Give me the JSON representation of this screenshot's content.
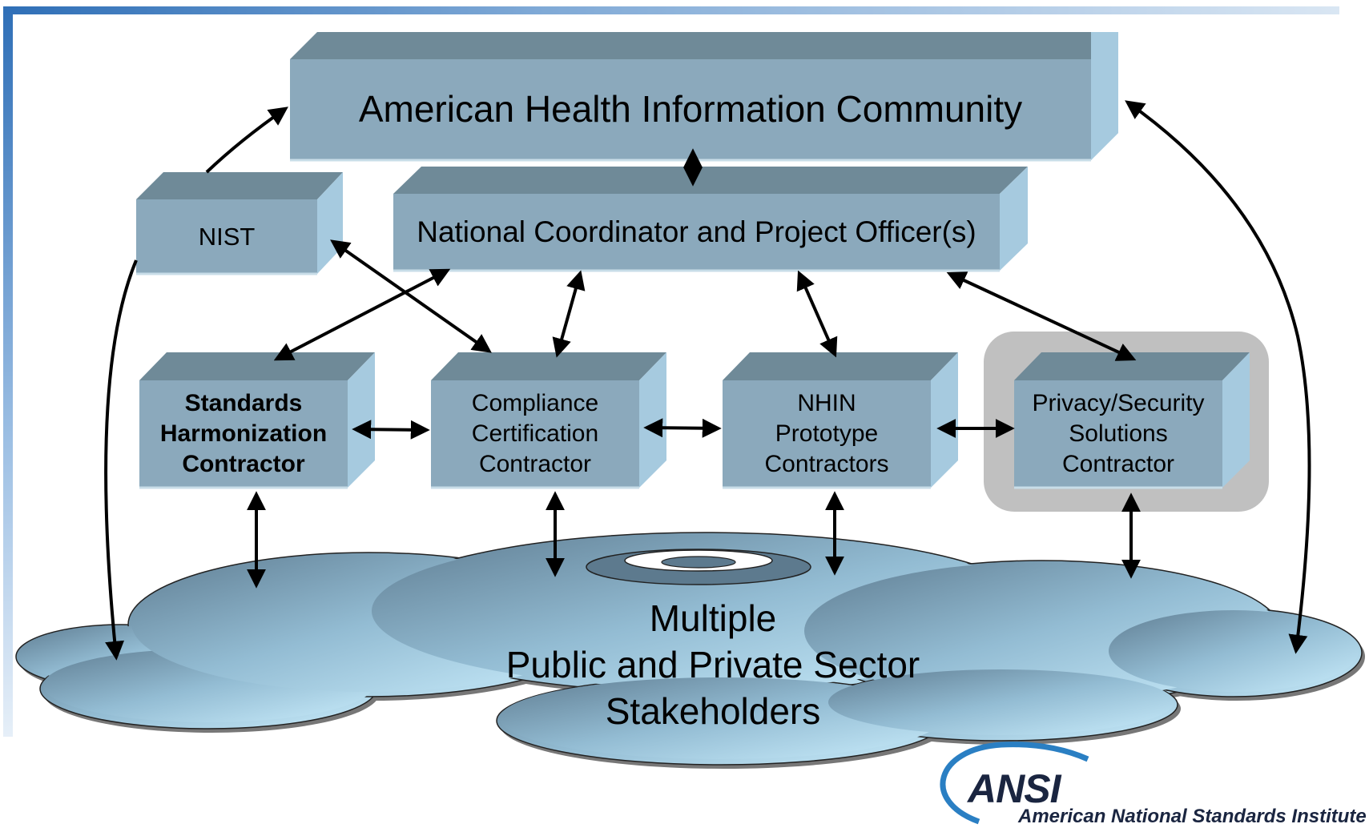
{
  "diagram": {
    "top_node": "American Health Information Community",
    "coordinator_node": "National Coordinator and Project Officer(s)",
    "nist_node": "NIST",
    "contractors": [
      {
        "label": "Standards\nHarmonization\nContractor"
      },
      {
        "label": "Compliance\nCertification\nContractor"
      },
      {
        "label": "NHIN\nPrototype\nContractors"
      },
      {
        "label": "Privacy/Security\nSolutions\nContractor"
      }
    ],
    "stakeholders": "Multiple\nPublic and Private Sector\nStakeholders"
  },
  "logo": {
    "acronym": "ANSI",
    "full_name": "American National Standards Institute"
  },
  "colors": {
    "box_face": "#8ba9bc",
    "box_top": "#6f8a98",
    "box_side": "#a6cadf",
    "highlight_frame": "#c0c0c0",
    "cloud_dark": "#6f8fa5",
    "cloud_light": "#bfe4f6",
    "arrow": "#000000",
    "logo_blue": "#2a7fc3"
  }
}
